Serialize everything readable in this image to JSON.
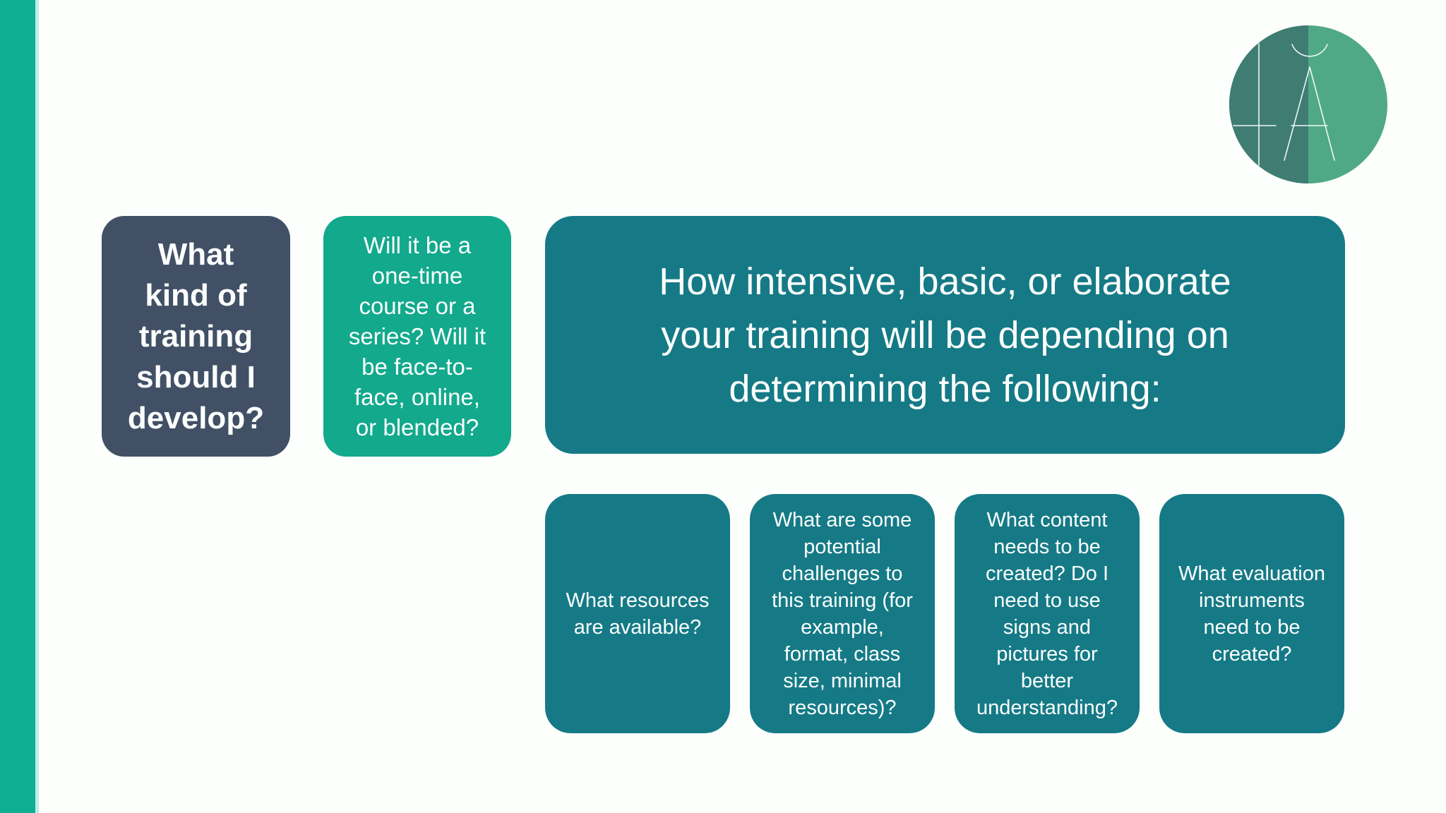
{
  "slide": {
    "background": "#fdfffd",
    "accent_bar_color": "#0eaf93",
    "accent_bar_edge_color": "#bdeee3",
    "text_color": "#fcfefd"
  },
  "cards": {
    "q_kind": {
      "text": "What\nkind of\ntraining\nshould I\ndevelop?",
      "bg": "#415065"
    },
    "q_format": {
      "text": "Will it be a\none-time\ncourse or a\nseries? Will it\nbe face-to-\nface, online,\nor blended?",
      "bg": "#12a98c"
    },
    "heading": {
      "text": "How intensive, basic, or elaborate\nyour training will be depending on\ndetermining the following:",
      "bg": "#157a86"
    },
    "sub_box_bg": "#157a86",
    "sub_boxes": [
      {
        "text": "What resources\nare available?"
      },
      {
        "text": "What are some\npotential\nchallenges to\nthis training (for\nexample,\nformat, class\nsize, minimal\nresources)?"
      },
      {
        "text": "What content\nneeds to be\ncreated? Do I\nneed to use\nsigns and\npictures for\nbetter\nunderstanding?"
      },
      {
        "text": "What evaluation\ninstruments\nneed to be\ncreated?"
      }
    ]
  },
  "logo": {
    "left_half_color": "#3f7d73",
    "right_half_color": "#4fa986",
    "line_color": "#edf7f3"
  }
}
